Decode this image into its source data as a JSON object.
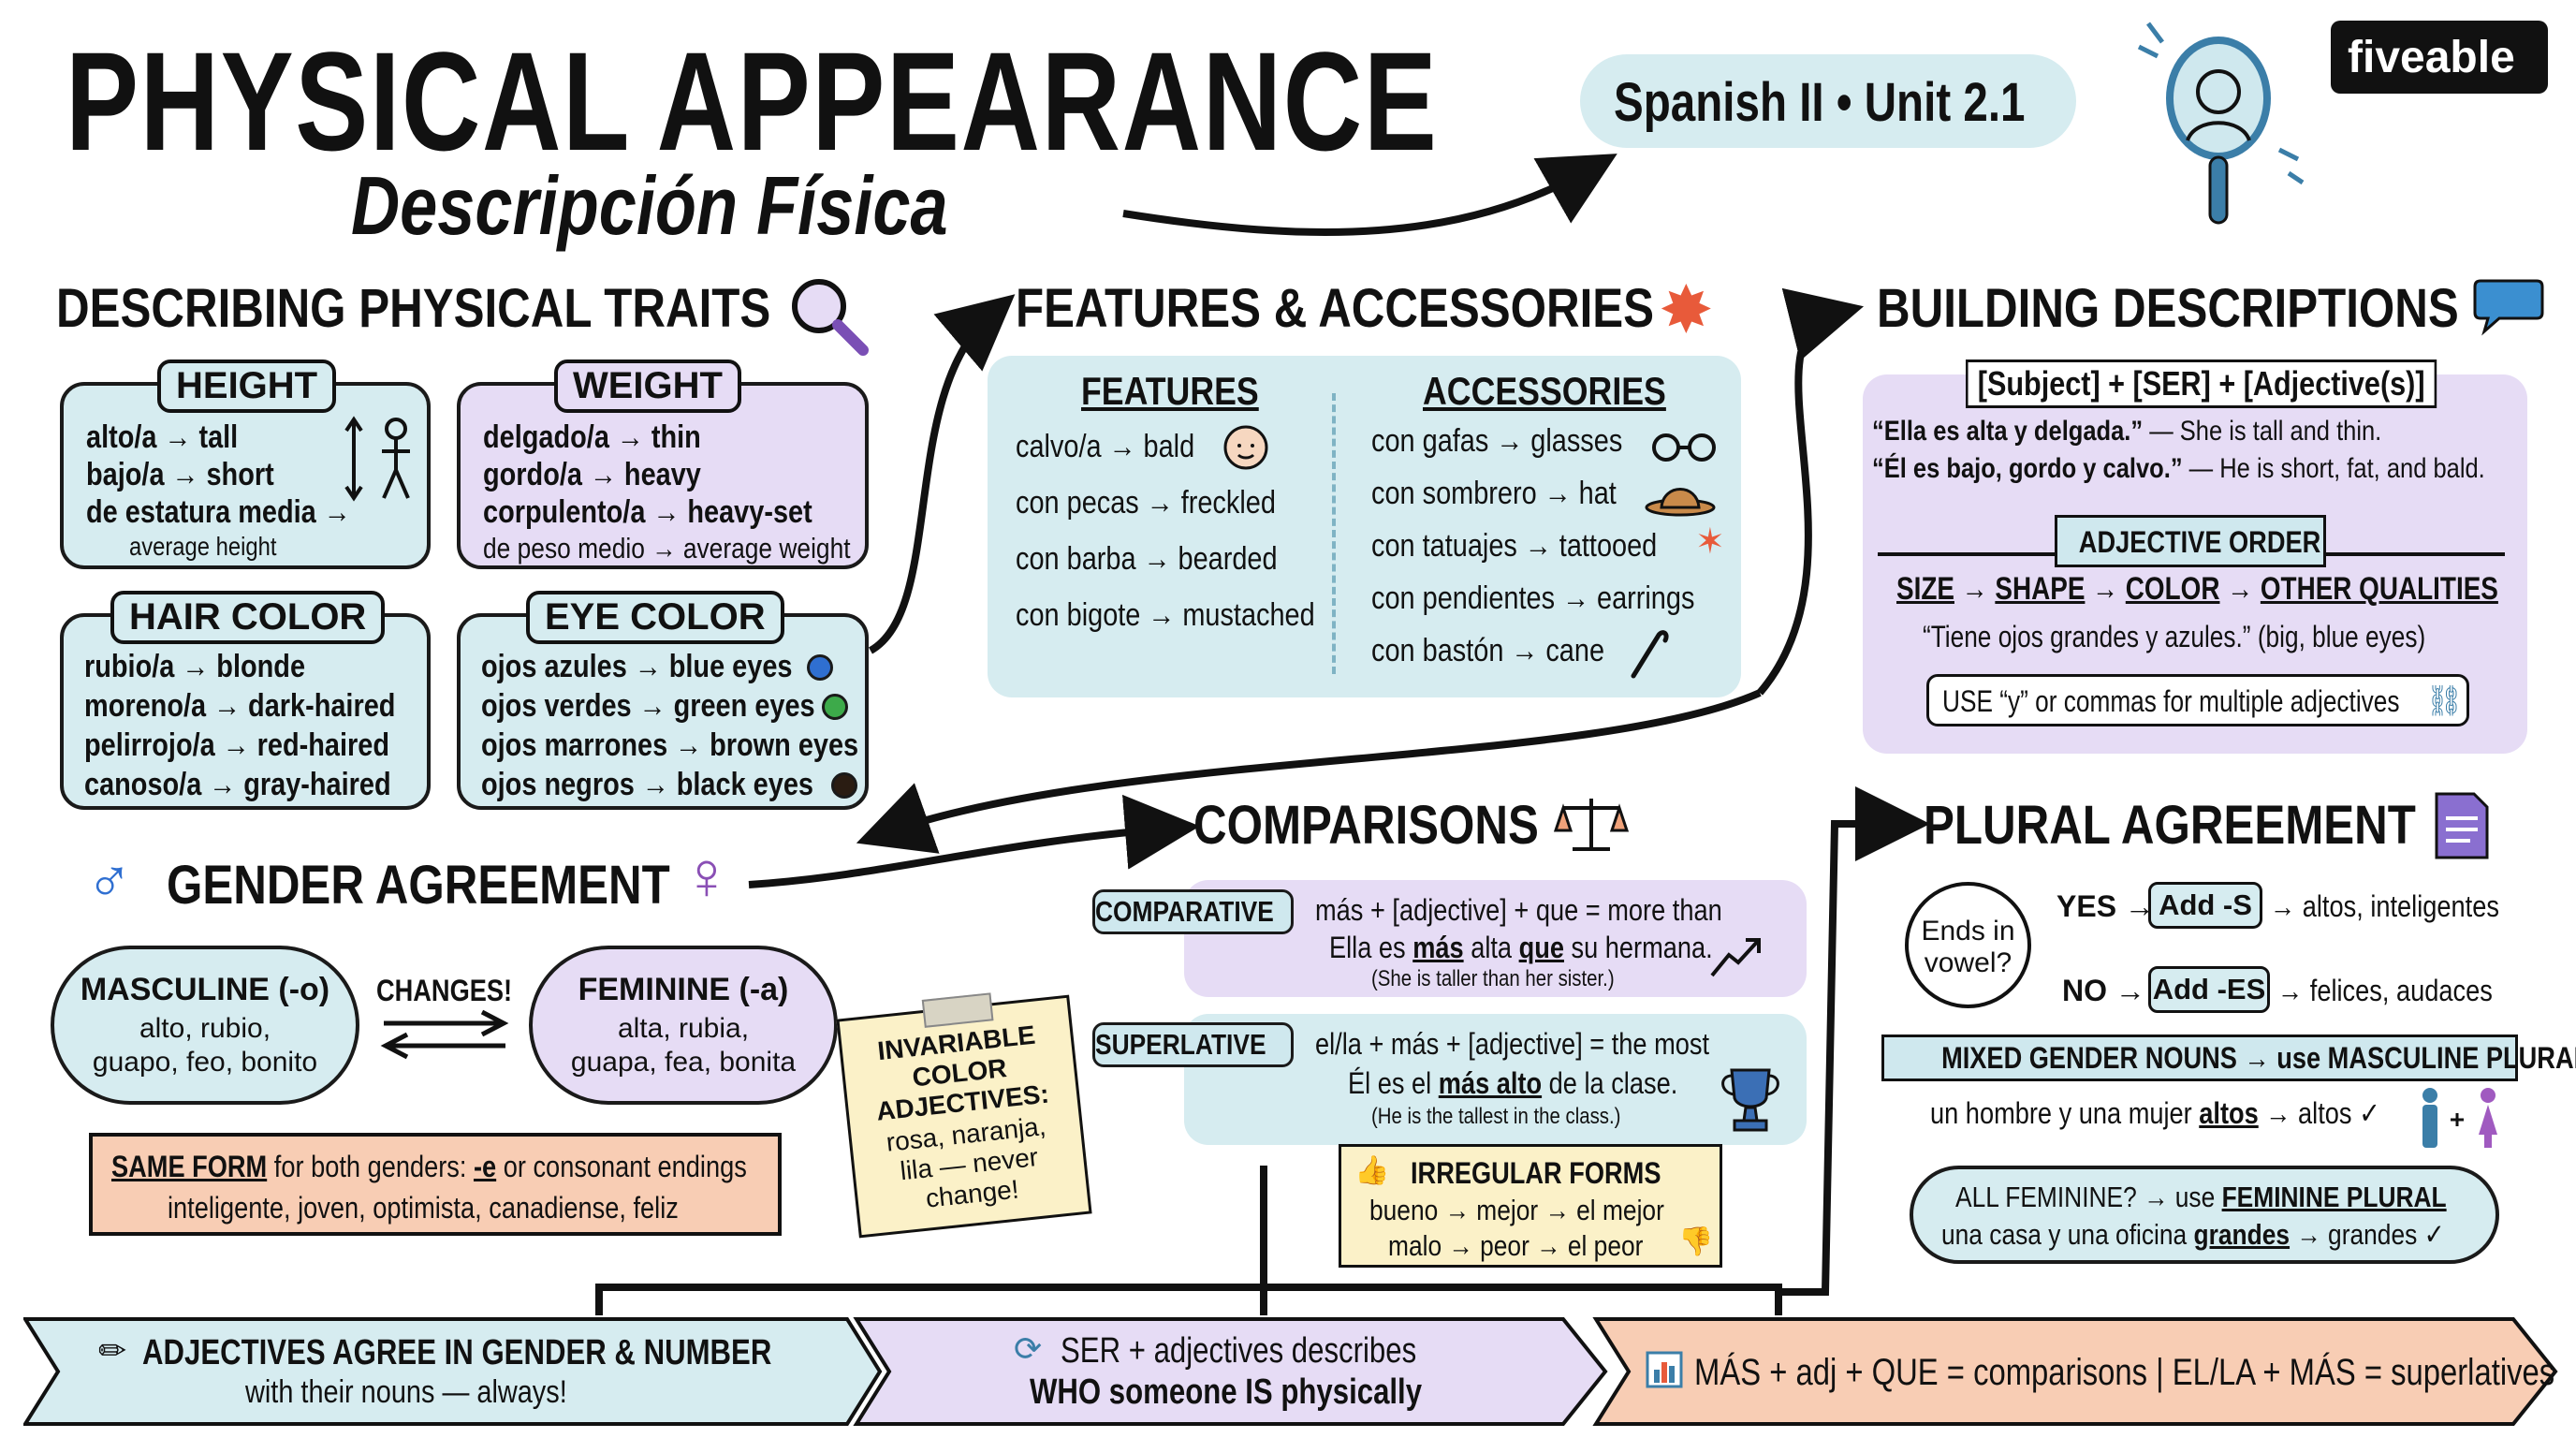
{
  "header": {
    "title": "PHYSICAL APPEARANCE",
    "subtitle": "Descripción Física",
    "badge": "Spanish II • Unit 2.1",
    "logo": "fiveable"
  },
  "traits": {
    "title": "DESCRIBING PHYSICAL TRAITS",
    "height": {
      "title": "HEIGHT",
      "lines": [
        "alto/a → tall",
        "bajo/a → short",
        "de estatura media →",
        "average height"
      ]
    },
    "weight": {
      "title": "WEIGHT",
      "lines": [
        "delgado/a → thin",
        "gordo/a → heavy",
        "corpulento/a → heavy-set",
        "de peso medio → average weight"
      ]
    },
    "hair": {
      "title": "HAIR COLOR",
      "lines": [
        "rubio/a → blonde",
        "moreno/a → dark-haired",
        "pelirrojo/a → red-haired",
        "canoso/a → gray-haired"
      ]
    },
    "eye": {
      "title": "EYE COLOR",
      "lines": [
        "ojos azules → blue eyes",
        "ojos verdes → green eyes",
        "ojos marrones → brown eyes",
        "ojos negros → black eyes"
      ]
    }
  },
  "features": {
    "title": "FEATURES & ACCESSORIES",
    "features_title": "FEATURES",
    "features_lines": [
      "calvo/a → bald",
      "con pecas → freckled",
      "con barba → bearded",
      "con bigote → mustached"
    ],
    "accessories_title": "ACCESSORIES",
    "accessories_lines": [
      "con gafas → glasses",
      "con sombrero → hat",
      "con tatuajes → tattooed",
      "con pendientes → earrings",
      "con bastón → cane"
    ]
  },
  "building": {
    "title": "BUILDING DESCRIPTIONS",
    "formula": "[Subject] + [SER] + [Adjective(s)]",
    "example1_es": "“Ella es alta y delgada.”",
    "example1_en": " — She is tall and thin.",
    "example2_es": "“Él es bajo, gordo y calvo.”",
    "example2_en": " — He is short, fat, and bald.",
    "order_title": "ADJECTIVE ORDER",
    "order": [
      "SIZE",
      "SHAPE",
      "COLOR",
      "OTHER QUALITIES"
    ],
    "order_example": "“Tiene ojos grandes y azules.” (big, blue eyes)",
    "tip": "USE “y” or commas for multiple adjectives"
  },
  "gender": {
    "title": "GENDER AGREEMENT",
    "masc_title": "MASCULINE (-o)",
    "masc_lines": [
      "alto, rubio,",
      "guapo, feo, bonito"
    ],
    "changes": "CHANGES!",
    "fem_title": "FEMININE (-a)",
    "fem_lines": [
      "alta, rubia,",
      "guapa, fea, bonita"
    ],
    "same_form_u": "SAME FORM",
    "same_form_text": " for both genders: ",
    "same_form_e": "-e",
    "same_form_rest": " or consonant endings",
    "same_form_examples": "inteligente, joven, optimista, canadiense, feliz",
    "note_lines": [
      "INVARIABLE",
      "COLOR",
      "ADJECTIVES:",
      "rosa, naranja,",
      "lila — never",
      "change!"
    ]
  },
  "comparisons": {
    "title": "COMPARISONS",
    "comparative_label": "COMPARATIVE",
    "comparative_rule": "más + [adjective] + que = more than",
    "comparative_ex_a": "Ella es ",
    "comparative_ex_b": "más",
    "comparative_ex_c": " alta ",
    "comparative_ex_d": "que",
    "comparative_ex_e": " su hermana.",
    "comparative_tr": "(She is taller than her sister.)",
    "superlative_label": "SUPERLATIVE",
    "superlative_rule": "el/la + más + [adjective] = the most",
    "superlative_ex_a": "Él es el ",
    "superlative_ex_b": "más alto",
    "superlative_ex_c": " de la clase.",
    "superlative_tr": "(He is the tallest in the class.)",
    "irregular_title": "IRREGULAR FORMS",
    "irregular_lines": [
      "bueno → mejor → el mejor",
      "malo → peor → el peor"
    ]
  },
  "plural": {
    "title": "PLURAL AGREEMENT",
    "question": [
      "Ends in",
      "vowel?"
    ],
    "yes": "YES →",
    "yes_pill": "Add -S",
    "yes_ex": "→ altos, inteligentes",
    "no": "NO →",
    "no_pill": "Add -ES",
    "no_ex": "→ felices, audaces",
    "mixed_banner": "MIXED GENDER NOUNS → use MASCULINE PLURAL",
    "mixed_ex_a": "un hombre y una mujer ",
    "mixed_ex_b": "altos",
    "mixed_ex_c": " → altos ✓",
    "fem_line_a": "ALL FEMININE? → use ",
    "fem_line_b": "FEMININE PLURAL",
    "fem_ex_a": "una casa y una oficina ",
    "fem_ex_b": "grandes",
    "fem_ex_c": " → grandes ✓"
  },
  "footer": {
    "left_1": "ADJECTIVES AGREE IN GENDER & NUMBER",
    "left_2": "with their nouns — always!",
    "mid_1": "SER + adjectives describes",
    "mid_2": "WHO someone IS physically",
    "right": "MÁS + adj + QUE = comparisons | EL/LA + MÁS = superlatives"
  },
  "colors": {
    "blue": "#d6ecf0",
    "purple": "#e6dcf5",
    "peach": "#f8cdb4",
    "yellow": "#fbf1c8",
    "ink": "#111111"
  }
}
